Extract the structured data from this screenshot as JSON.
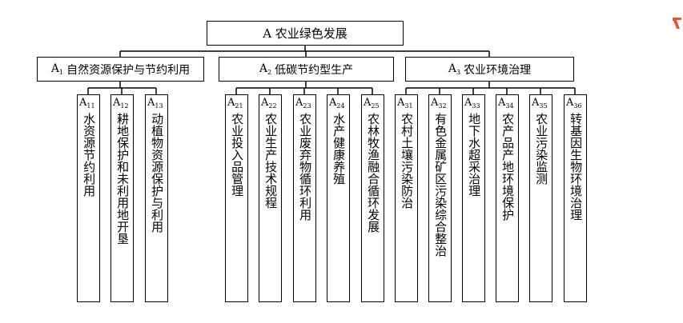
{
  "root": {
    "label": "A 农业绿色发展"
  },
  "branches": [
    {
      "prefix": "A",
      "sub": "1",
      "label": "自然资源保护与节约利用",
      "leaves": [
        {
          "prefix": "A",
          "sub": "11",
          "label": "水资源节约利用"
        },
        {
          "prefix": "A",
          "sub": "12",
          "label": "耕地保护和未利用地开垦"
        },
        {
          "prefix": "A",
          "sub": "13",
          "label": "动植物资源保护与利用"
        }
      ]
    },
    {
      "prefix": "A",
      "sub": "2",
      "label": "低碳节约型生产",
      "leaves": [
        {
          "prefix": "A",
          "sub": "21",
          "label": "农业投入品管理"
        },
        {
          "prefix": "A",
          "sub": "22",
          "label": "农业生产技术规程"
        },
        {
          "prefix": "A",
          "sub": "23",
          "label": "农业废弃物循环利用"
        },
        {
          "prefix": "A",
          "sub": "24",
          "label": "水产健康养殖"
        },
        {
          "prefix": "A",
          "sub": "25",
          "label": "农林牧渔融合循环发展"
        }
      ]
    },
    {
      "prefix": "A",
      "sub": "3",
      "label": "农业环境治理",
      "leaves": [
        {
          "prefix": "A",
          "sub": "31",
          "label": "农村土壤污染防治"
        },
        {
          "prefix": "A",
          "sub": "32",
          "label": "有色金属矿区污染综合整治"
        },
        {
          "prefix": "A",
          "sub": "33",
          "label": "地下水超采治理"
        },
        {
          "prefix": "A",
          "sub": "34",
          "label": "农产品产地环境保护"
        },
        {
          "prefix": "A",
          "sub": "35",
          "label": "农业污染监测"
        },
        {
          "prefix": "A",
          "sub": "36",
          "label": "转基因生物环境治理"
        }
      ]
    }
  ],
  "icons": {
    "corner_logo": "red-logo-icon"
  },
  "colors": {
    "line": "#000000",
    "logo": "#e8553e"
  }
}
